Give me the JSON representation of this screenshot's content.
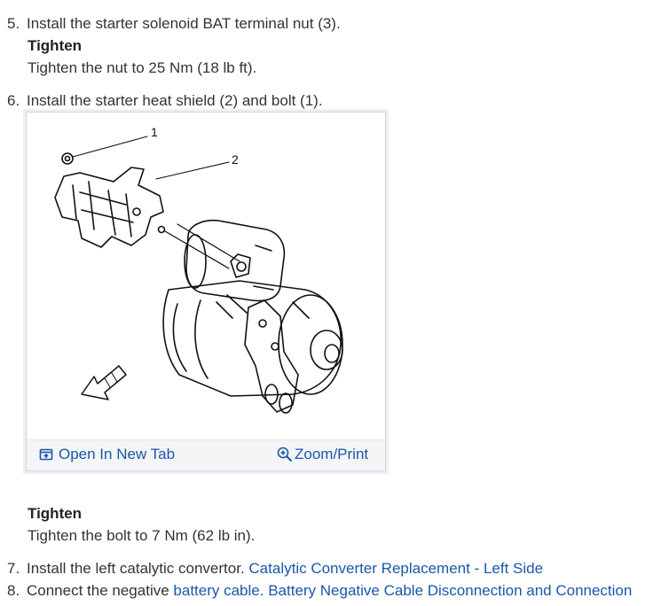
{
  "steps": [
    {
      "num": "5.",
      "text": "Install the starter solenoid BAT terminal nut (3)."
    },
    {
      "num": "6.",
      "text": "Install the starter heat shield (2) and bolt (1)."
    },
    {
      "num": "7.",
      "text": "Install the left catalytic convertor.",
      "link": "Catalytic Converter Replacement - Left Side"
    },
    {
      "num": "8.",
      "text": "Connect the negative",
      "link1": "battery cable.",
      "link2": "Battery Negative Cable Disconnection and Connection"
    }
  ],
  "tighten1": {
    "heading": "Tighten",
    "text": "Tighten the nut to 25 Nm (18 lb ft)."
  },
  "tighten2": {
    "heading": "Tighten",
    "text": "Tighten the bolt to 7 Nm (62 lb in)."
  },
  "figure": {
    "callouts": [
      "1",
      "2"
    ],
    "open_label": "Open In New Tab",
    "zoom_label": "Zoom/Print",
    "open_icon": "open-in-new-tab-icon",
    "zoom_icon": "zoom-icon"
  },
  "colors": {
    "link": "#1a57a8",
    "text": "#333333"
  }
}
